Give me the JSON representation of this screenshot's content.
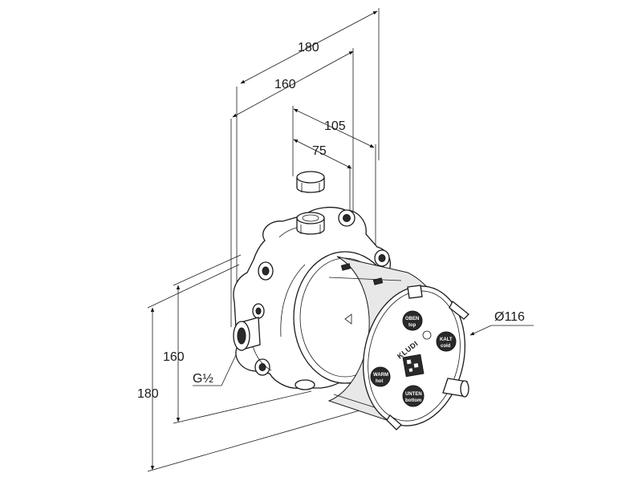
{
  "dimensions": {
    "top_width_outer": "180",
    "top_width_inner": "160",
    "depth_105": "105",
    "depth_75": "75",
    "height_inner": "160",
    "height_outer": "180",
    "diameter": "Ø116",
    "thread": "G½"
  },
  "cover_labels": {
    "brand": "KLUDI",
    "top": "OBEN",
    "top_sub": "top",
    "cold": "KALT",
    "cold_sub": "cold",
    "warm": "WARM",
    "warm_sub": "hot",
    "bottom": "UNTEN",
    "bottom_sub": "bottom"
  }
}
